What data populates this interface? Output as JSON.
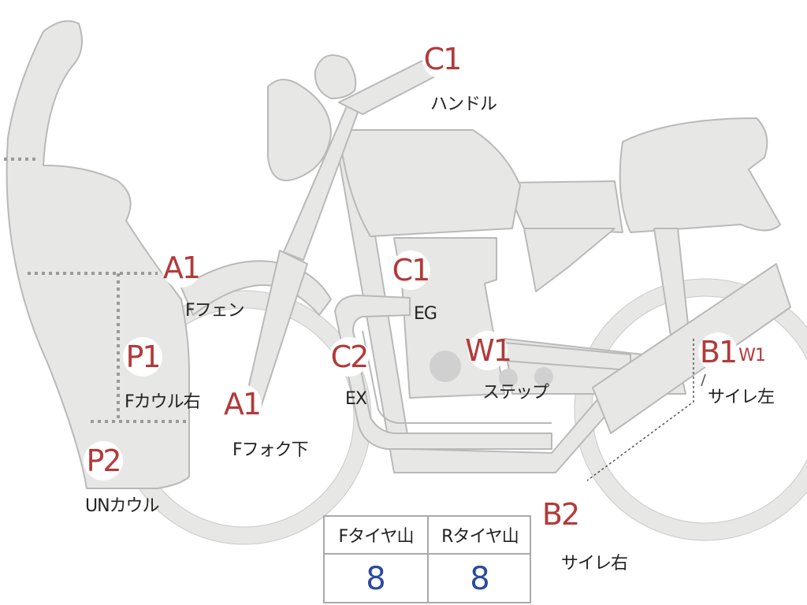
{
  "colors": {
    "body_fill": "#e7e7e5",
    "body_stroke": "#b9b9b9",
    "code_red": "#b23a3a",
    "value_blue": "#2a4aa0",
    "dotted_line": "#9a9a9a"
  },
  "labels": {
    "handle": {
      "code": "C1",
      "name": "ハンドル"
    },
    "front_fender": {
      "code": "A1",
      "name": "Fフェン"
    },
    "engine": {
      "code": "C1",
      "name": "EG"
    },
    "exhaust": {
      "code": "C2",
      "name": "EX"
    },
    "step": {
      "code": "W1",
      "name": "ステップ"
    },
    "front_cowl_right": {
      "code": "P1",
      "name": "Fカウル右"
    },
    "front_fork_lower": {
      "code": "A1",
      "name": "Fフォク下"
    },
    "under_cowl": {
      "code": "P2",
      "name": "UNカウル"
    },
    "silencer_left": {
      "code": "B1",
      "extra_code": "W1",
      "name": "サイレ左"
    },
    "silencer_right": {
      "code": "B2",
      "name": "サイレ右"
    }
  },
  "tread_table": {
    "front_header": "Fタイヤ山",
    "rear_header": "Rタイヤ山",
    "front_value": "8",
    "rear_value": "8"
  }
}
